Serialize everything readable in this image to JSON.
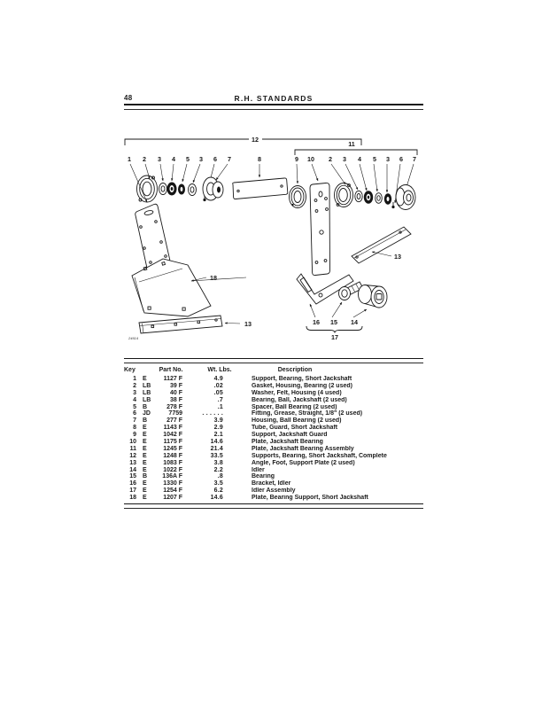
{
  "page": {
    "number": "48",
    "title": "R.H. STANDARDS",
    "figure_number": "24614"
  },
  "diagram": {
    "callouts": [
      "12",
      "11",
      "1",
      "2",
      "3",
      "4",
      "5",
      "3",
      "6",
      "7",
      "8",
      "9",
      "10",
      "2",
      "3",
      "4",
      "5",
      "3",
      "6",
      "7",
      "13",
      "18",
      "13",
      "16",
      "15",
      "14",
      "17"
    ]
  },
  "table": {
    "headers": {
      "key": "Key",
      "part_no": "Part No.",
      "wt": "Wt. Lbs.",
      "desc": "Description"
    },
    "rows": [
      [
        "1",
        "E",
        "1127 F",
        "4.9",
        "Support, Bearing, Short Jackshaft"
      ],
      [
        "2",
        "LB",
        "39 F",
        ".02",
        "Gasket, Housing, Bearing (2 used)"
      ],
      [
        "3",
        "LB",
        "40 F",
        ".05",
        "Washer, Felt, Housing (4 used)"
      ],
      [
        "4",
        "LB",
        "38 F",
        ".7",
        "Bearing, Ball, Jackshaft (2 used)"
      ],
      [
        "5",
        "B",
        "278 F",
        ".1",
        "Spacer, Ball Bearing (2 used)"
      ],
      [
        "6",
        "JD",
        "7759",
        ". . . . . .",
        "Fitting, Grease, Straight, 1/8\" (2 used)"
      ],
      [
        "7",
        "B",
        "277 F",
        "3.9",
        "Housing, Ball Bearing (2 used)"
      ],
      [
        "8",
        "E",
        "1143 F",
        "2.9",
        "Tube, Guard, Short Jackshaft"
      ],
      [
        "9",
        "E",
        "1042 F",
        "2.1",
        "Support, Jackshaft Guard"
      ],
      [
        "10",
        "E",
        "1175 F",
        "14.6",
        "Plate, Jackshaft Bearing"
      ],
      [
        "11",
        "E",
        "1245 F",
        "21.4",
        "Plate, Jackshaft Bearing Assembly"
      ],
      [
        "12",
        "E",
        "1248 F",
        "33.5",
        "Supports, Bearing, Short Jackshaft, Complete"
      ],
      [
        "13",
        "E",
        "1083 F",
        "3.8",
        "Angle, Foot, Support Plate (2 used)"
      ],
      [
        "14",
        "E",
        "1022 F",
        "2.2",
        "Idler"
      ],
      [
        "15",
        "B",
        "136A F",
        ".8",
        "Bearing"
      ],
      [
        "16",
        "E",
        "1330 F",
        "3.5",
        "Bracket, Idler"
      ],
      [
        "17",
        "E",
        "1254 F",
        "6.2",
        "Idler Assembly"
      ],
      [
        "18",
        "E",
        "1207 F",
        "14.6",
        "Plate, Bearing Support, Short Jackshaft"
      ]
    ]
  }
}
